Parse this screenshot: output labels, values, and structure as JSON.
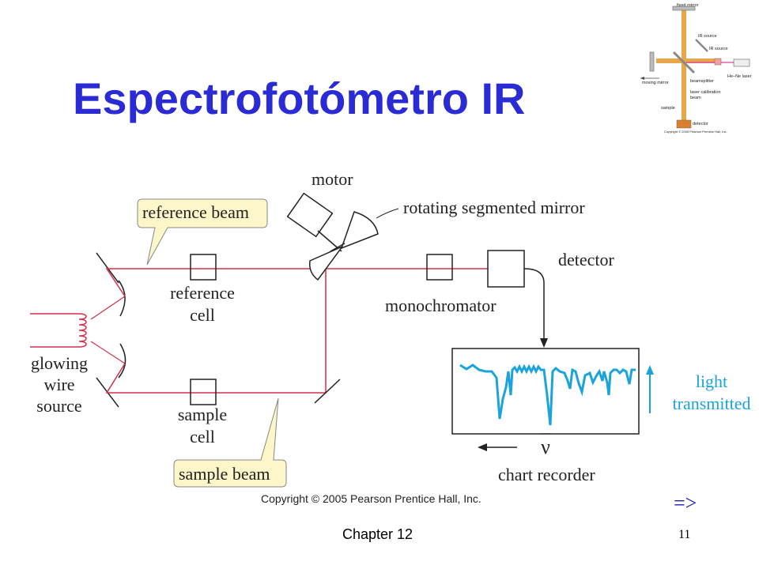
{
  "slide": {
    "title": "Espectrofotómetro IR",
    "copyright": "Copyright © 2005 Pearson Prentice Hall, Inc.",
    "nav_next": "=>",
    "chapter": "Chapter 12",
    "page_number": "11"
  },
  "diagram": {
    "labels": {
      "motor": "motor",
      "rotating_mirror": "rotating segmented mirror",
      "reference_beam": "reference beam",
      "reference_cell_1": "reference",
      "reference_cell_2": "cell",
      "sample_cell_1": "sample",
      "sample_cell_2": "cell",
      "sample_beam": "sample beam",
      "source_1": "glowing",
      "source_2": "wire",
      "source_3": "source",
      "monochromator": "monochromator",
      "detector": "detector",
      "light_1": "light",
      "light_2": "transmitted",
      "nu_bar": "ν",
      "chart_recorder": "chart recorder"
    },
    "colors": {
      "beam": "#d6304a",
      "trace": "#1aa3dc",
      "callout_fill": "#fdf6c8",
      "title": "#2b2bd6"
    }
  },
  "inset": {
    "labels": {
      "fixed_mirror": "fixed mirror",
      "ir_source_1": "IR source",
      "ir_source_2": "IR source",
      "moving_mirror": "moving mirror",
      "hene": "He–Ne laser",
      "beamsplitter": "beamsplitter",
      "laser_cal_1": "laser calibration",
      "laser_cal_2": "beam",
      "sample": "sample",
      "detector": "detector",
      "copyright": "Copyright © 2005 Pearson Prentice Hall, Inc."
    }
  }
}
